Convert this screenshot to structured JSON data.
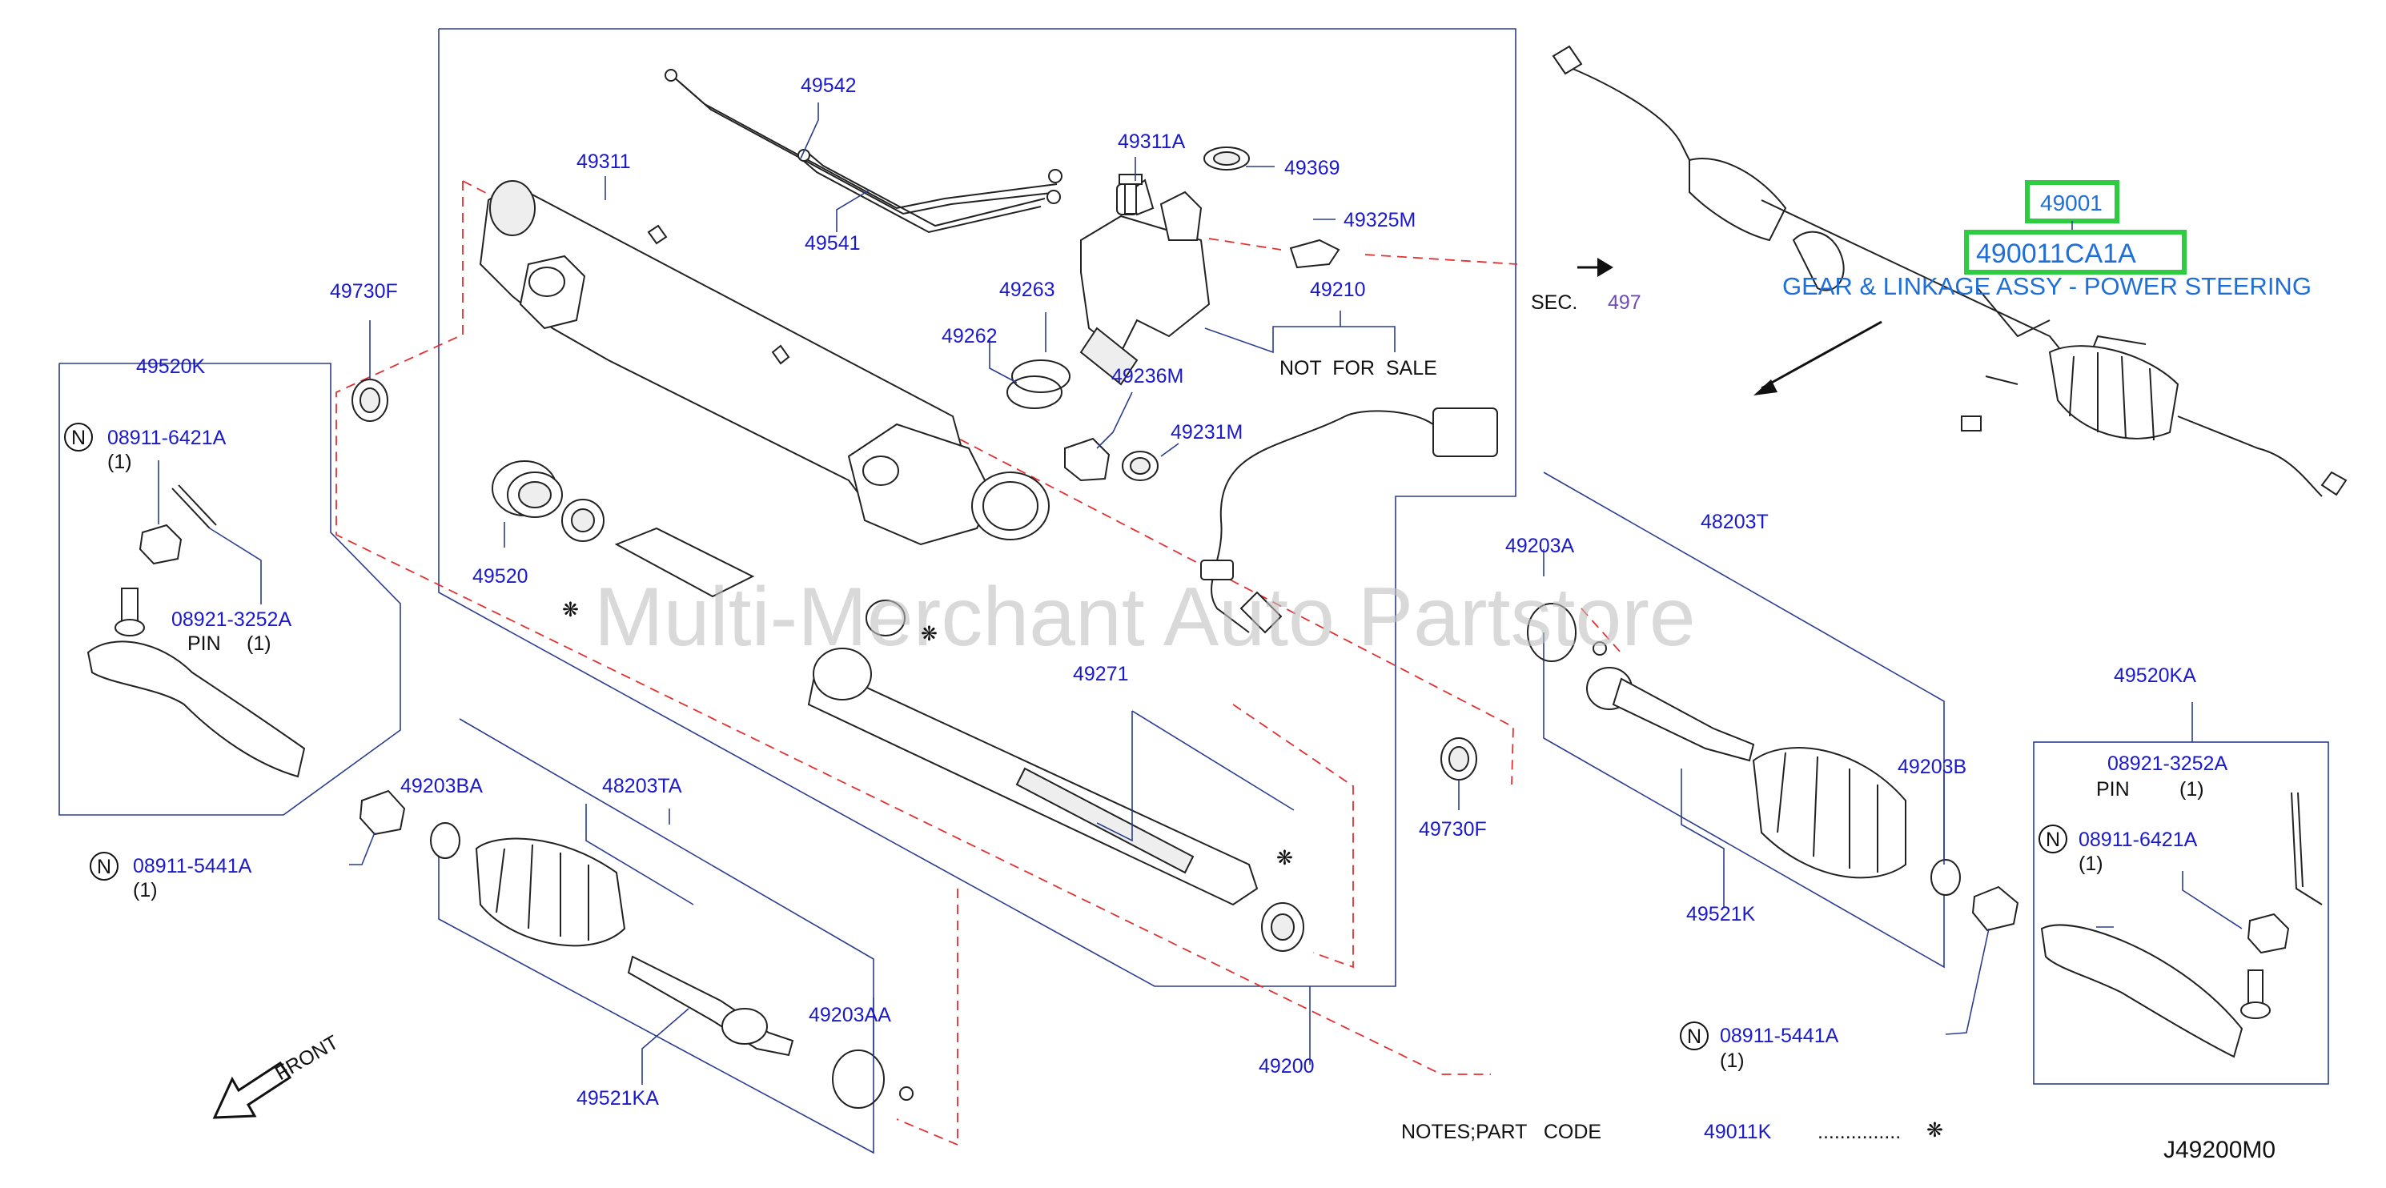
{
  "labels": {
    "p49542": "49542",
    "p49311": "49311",
    "p49311A": "49311A",
    "p49369": "49369",
    "p49325M": "49325M",
    "p49541": "49541",
    "p49263": "49263",
    "p49210": "49210",
    "p49262": "49262",
    "p49236M": "49236M",
    "p49231M": "49231M",
    "p49730F_top": "49730F",
    "p49520K": "49520K",
    "p49520": "49520",
    "p08911_6421A_left": "08911-6421A",
    "qty_left_nut": "(1)",
    "p08921_3252A_left": "08921-3252A",
    "pin_left": "PIN",
    "qty_left_pin": "(1)",
    "p49271": "49271",
    "p49203A": "49203A",
    "p48203T": "48203T",
    "p49203B": "49203B",
    "p49730F_bottom": "49730F",
    "p49521K": "49521K",
    "p49203BA": "49203BA",
    "p48203TA": "48203TA",
    "p08911_5441A_left": "08911-5441A",
    "qty_left_bottom": "(1)",
    "p49203AA": "49203AA",
    "p49521KA": "49521KA",
    "p49200": "49200",
    "p49520KA": "49520KA",
    "p08921_3252A_right": "08921-3252A",
    "pin_right": "PIN",
    "qty_right_pin": "(1)",
    "p08911_6421A_right": "08911-6421A",
    "qty_right_nut": "(1)",
    "p08911_5441A_right": "08911-5441A",
    "qty_right_bottom": "(1)",
    "n_mark": "N"
  },
  "text": {
    "not_for_sale": "NOT  FOR  SALE",
    "sec_prefix": "SEC.",
    "sec_number": "497",
    "front": "FRONT",
    "notes_prefix": "NOTES;PART   CODE",
    "notes_code": "49011K",
    "notes_dots": "...............",
    "asterisk": "❋",
    "diagram_code": "J49200M0",
    "watermark": "Multi-Merchant Auto Partstore"
  },
  "callout": {
    "part_number": "49001",
    "oem_number": "490011CA1A",
    "description": "GEAR & LINKAGE ASSY - POWER STEERING"
  },
  "colors": {
    "label_blue": "#1a1acc",
    "callout_blue": "#1e6fd9",
    "callout_green": "#2ecc40",
    "dashed_red": "#e23030",
    "leader_navy": "#2b3d8f"
  }
}
